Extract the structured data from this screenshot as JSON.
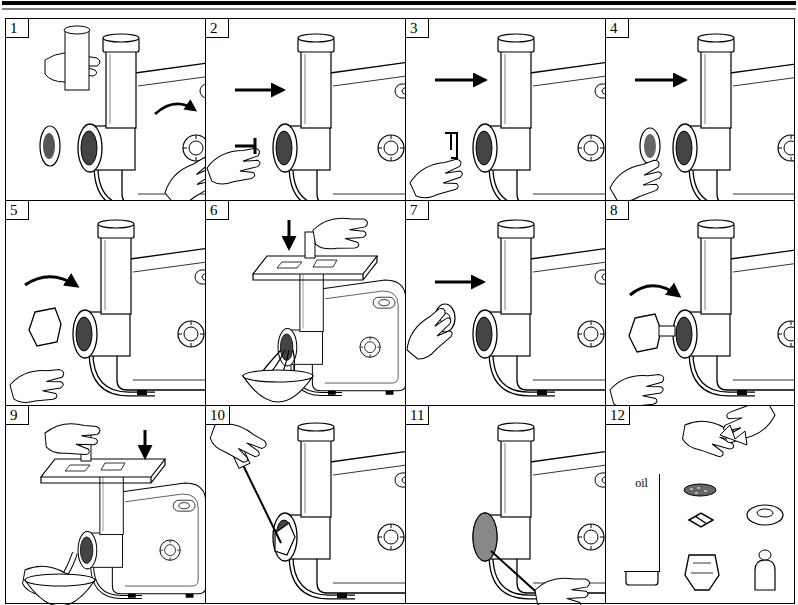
{
  "diagram": {
    "nodes": [
      {
        "text": [
          "1"
        ]
      },
      {
        "text": [
          "2"
        ]
      },
      {
        "text": [
          "3"
        ]
      },
      {
        "text": [
          "4"
        ]
      },
      {
        "text": [
          "5"
        ]
      },
      {
        "text": [
          "6"
        ]
      },
      {
        "text": [
          "7"
        ]
      },
      {
        "text": [
          "8"
        ]
      },
      {
        "text": [
          "9"
        ]
      },
      {
        "text": [
          "10"
        ]
      },
      {
        "text": [
          "11"
        ]
      },
      {
        "text": [
          "12"
        ]
      },
      {
        "text": [
          "oil"
        ],
        "in": 11
      }
    ]
  }
}
